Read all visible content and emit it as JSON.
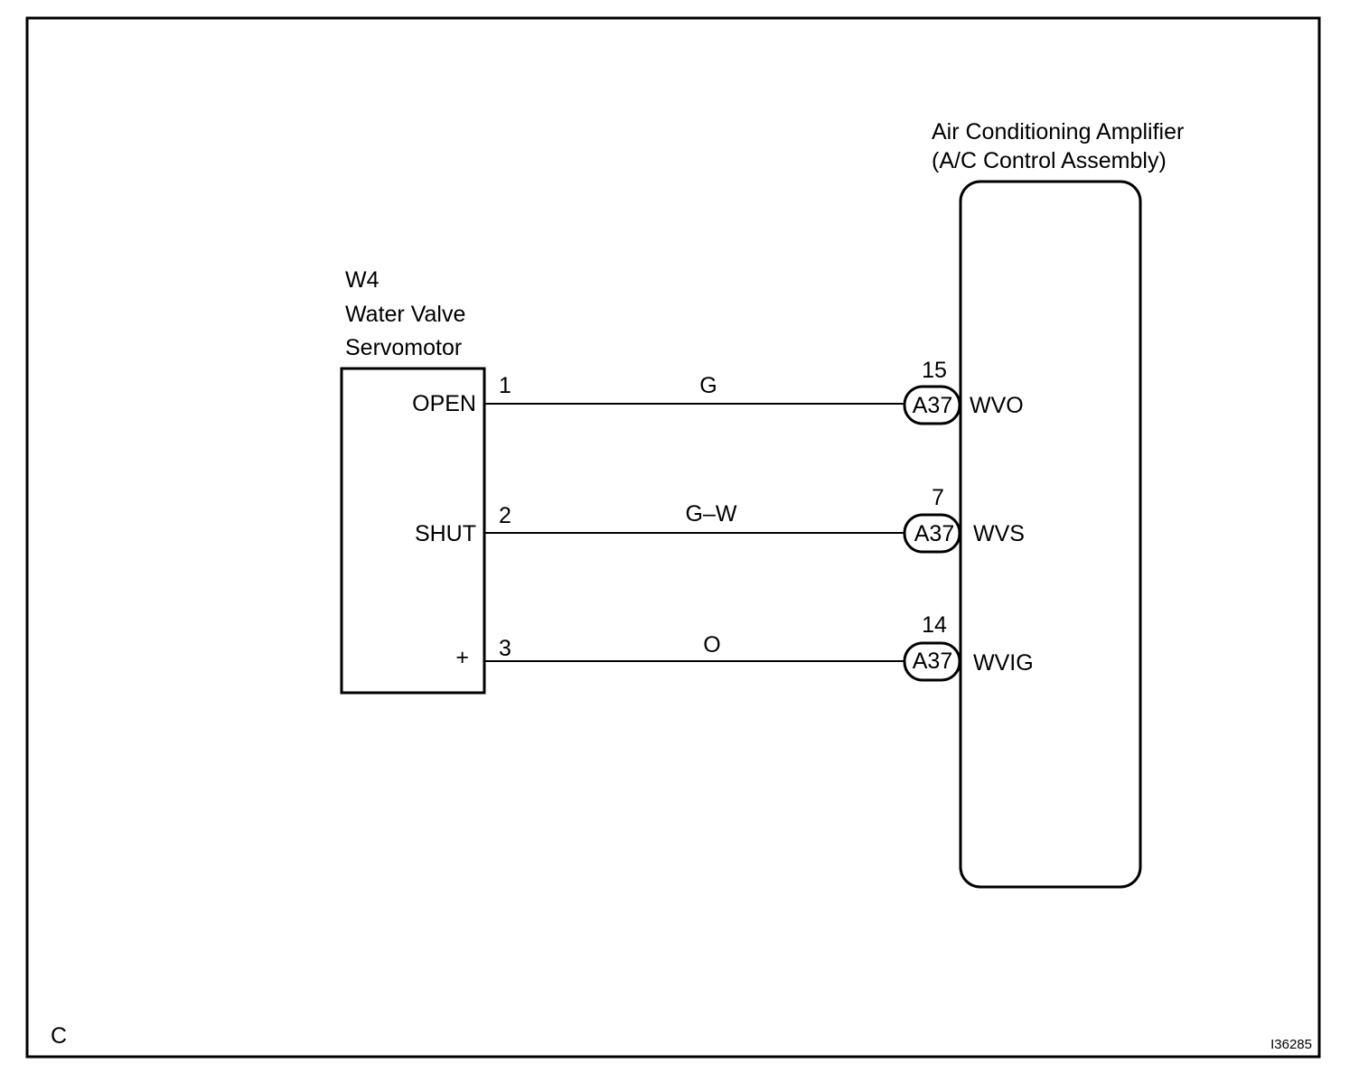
{
  "amplifier": {
    "title_line1": "Air Conditioning Amplifier",
    "title_line2": "(A/C Control Assembly)"
  },
  "servomotor": {
    "code": "W4",
    "name_line1": "Water Valve",
    "name_line2": "Servomotor"
  },
  "wires": [
    {
      "terminal_label": "OPEN",
      "pin": "1",
      "wire_color": "G",
      "connector": "A37",
      "amp_pin": "15",
      "amp_terminal": "WVO"
    },
    {
      "terminal_label": "SHUT",
      "pin": "2",
      "wire_color": "G–W",
      "connector": "A37",
      "amp_pin": "7",
      "amp_terminal": "WVS"
    },
    {
      "terminal_label": "+",
      "pin": "3",
      "wire_color": "O",
      "connector": "A37",
      "amp_pin": "14",
      "amp_terminal": "WVIG"
    }
  ],
  "corner_mark": "C",
  "figure_id": "I36285"
}
